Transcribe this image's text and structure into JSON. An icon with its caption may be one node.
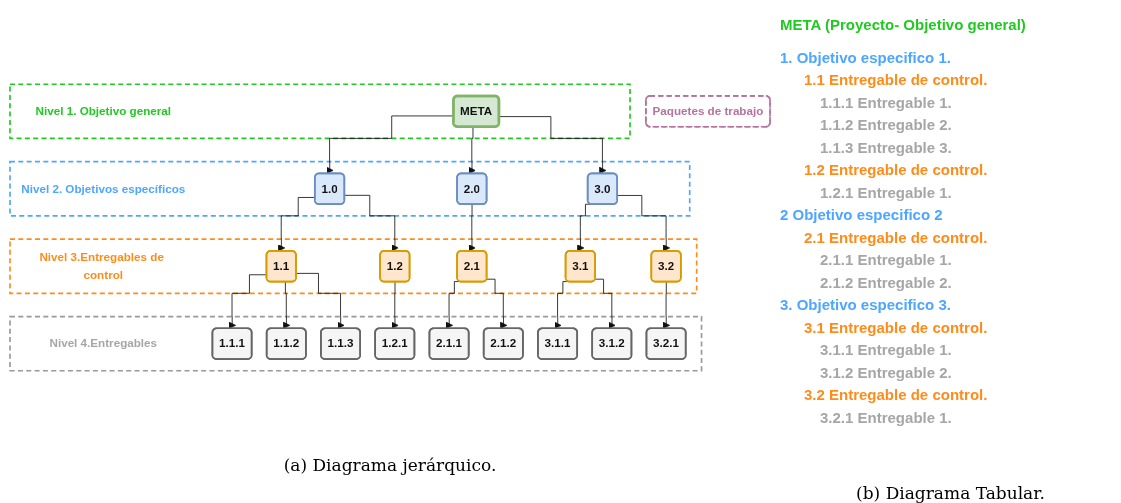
{
  "diagram": {
    "nodes": [
      {
        "text": [
          "Nivel 1. Objetivo general"
        ]
      },
      {
        "text": [
          "META"
        ],
        "in": 0
      },
      {
        "text": [
          "Nivel 2. Objetivos específicos"
        ]
      },
      {
        "text": [
          "1.0"
        ],
        "in": 2
      },
      {
        "text": [
          "2.0"
        ],
        "in": 2
      },
      {
        "text": [
          "3.0"
        ],
        "in": 2
      },
      {
        "text": [
          "Nivel 3.Entregables de control"
        ]
      },
      {
        "text": [
          "1.1"
        ],
        "in": 6
      },
      {
        "text": [
          "1.2"
        ],
        "in": 6
      },
      {
        "text": [
          "2.1"
        ],
        "in": 6
      },
      {
        "text": [
          "3.1"
        ],
        "in": 6
      },
      {
        "text": [
          "3.2"
        ],
        "in": 6
      },
      {
        "text": [
          "Nivel 4.Entregables"
        ]
      },
      {
        "text": [
          "1.1.1"
        ],
        "in": 12
      },
      {
        "text": [
          "1.1.2"
        ],
        "in": 12
      },
      {
        "text": [
          "1.1.3"
        ],
        "in": 12
      },
      {
        "text": [
          "1.2.1"
        ],
        "in": 12
      },
      {
        "text": [
          "2.1.1"
        ],
        "in": 12
      },
      {
        "text": [
          "2.1.2"
        ],
        "in": 12
      },
      {
        "text": [
          "3.1.1"
        ],
        "in": 12
      },
      {
        "text": [
          "3.1.2"
        ],
        "in": 12
      },
      {
        "text": [
          "3.2.1"
        ],
        "in": 12
      },
      {
        "text": [
          "Paquetes de trabajo"
        ]
      }
    ],
    "edges": [
      {
        "from": 1,
        "to": 3,
        "arrow": "to"
      },
      {
        "from": 1,
        "to": 4,
        "arrow": "to"
      },
      {
        "from": 1,
        "to": 5,
        "arrow": "to"
      },
      {
        "from": 3,
        "to": 7,
        "arrow": "to"
      },
      {
        "from": 3,
        "to": 8,
        "arrow": "to"
      },
      {
        "from": 4,
        "to": 9,
        "arrow": "to"
      },
      {
        "from": 5,
        "to": 10,
        "arrow": "to"
      },
      {
        "from": 5,
        "to": 11,
        "arrow": "to"
      },
      {
        "from": 7,
        "to": 13,
        "arrow": "to"
      },
      {
        "from": 7,
        "to": 14,
        "arrow": "to"
      },
      {
        "from": 7,
        "to": 15,
        "arrow": "to"
      },
      {
        "from": 8,
        "to": 16,
        "arrow": "to"
      },
      {
        "from": 9,
        "to": 17,
        "arrow": "to"
      },
      {
        "from": 9,
        "to": 18,
        "arrow": "to"
      },
      {
        "from": 10,
        "to": 19,
        "arrow": "to"
      },
      {
        "from": 10,
        "to": 20,
        "arrow": "to"
      },
      {
        "from": 11,
        "to": 21,
        "arrow": "to"
      }
    ],
    "labels": [
      "META (Proyecto- Objetivo general)",
      "1. Objetivo especifico 1.",
      "1.1 Entregable de control.",
      "1.1.1 Entregable 1.",
      "1.1.2 Entregable 2.",
      "1.1.3 Entregable 3.",
      "1.2 Entregable de control.",
      "1.2.1 Entregable 1.",
      "2 Objetivo especifico 2",
      "2.1 Entregable de control.",
      "2.1.1 Entregable 1.",
      "2.1.2 Entregable 2.",
      "3. Objetivo especifico 3.",
      "3.1 Entregable de control.",
      "3.1.1 Entregable 1.",
      "3.1.2 Entregable 2.",
      "3.2 Entregable de control.",
      "3.2.1 Entregable 1.",
      "(a) Diagrama jerárquico.",
      "(b) Diagrama Tabular."
    ]
  }
}
